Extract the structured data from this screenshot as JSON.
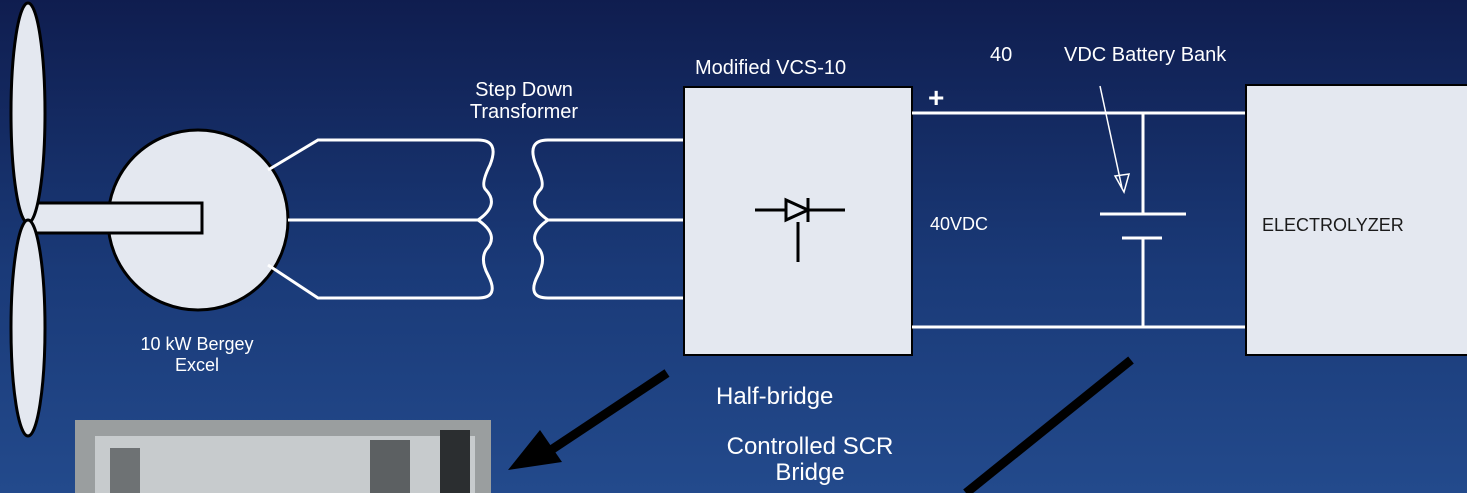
{
  "colors": {
    "background_top": "#0f1d4f",
    "background_bottom": "#234a8c",
    "box_fill": "#e4e8f0",
    "wire": "#ffffff",
    "symbol": "#000000"
  },
  "labels": {
    "turbine": "10 kW Bergey\nExcel",
    "transformer": "Step Down\nTransformer",
    "converter_title": "Modified VCS-10",
    "plus_sign": "+",
    "battery_voltage": "40",
    "battery_label": "VDC Battery Bank",
    "bus_voltage": "40VDC",
    "electrolyzer": "ELECTROLYZER",
    "half_bridge": "Half-bridge",
    "controlled_bridge": "Controlled SCR\nBridge"
  },
  "icons": {
    "scr": "thyristor-icon",
    "turbine": "wind-turbine-icon",
    "battery": "battery-icon",
    "transformer": "transformer-coil-icon"
  }
}
